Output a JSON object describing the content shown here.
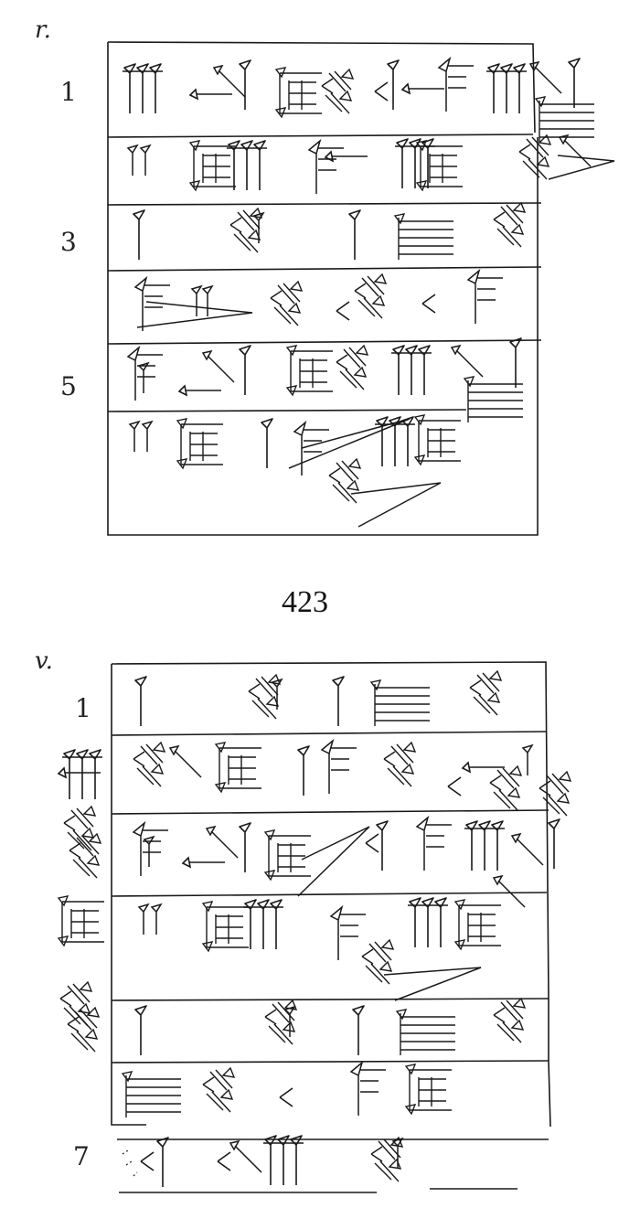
{
  "tablet": {
    "catalog_number": "423",
    "obverse": {
      "side_label": "r.",
      "line_numbers": [
        "1",
        "3",
        "5"
      ]
    },
    "reverse": {
      "side_label": "v.",
      "line_numbers": [
        "1",
        "7"
      ]
    }
  },
  "colors": {
    "ink": "#1a1a1a",
    "paper": "#ffffff"
  }
}
